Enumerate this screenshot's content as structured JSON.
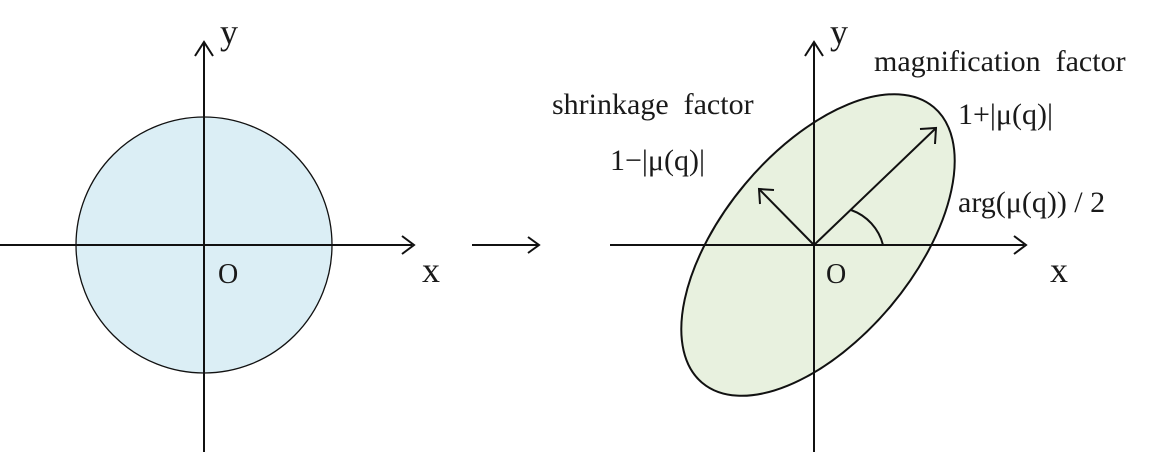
{
  "left_panel": {
    "y_label": "y",
    "x_label": "x",
    "origin_label": "O",
    "circle_fill": "#dbeef5"
  },
  "transform_arrow": "→",
  "right_panel": {
    "y_label": "y",
    "x_label": "x",
    "origin_label": "O",
    "ellipse_fill": "#e8f1df",
    "magnification_label": "magnification  factor",
    "magnification_formula": "1+|μ(q)|",
    "shrinkage_label": "shrinkage  factor",
    "shrinkage_formula": "1−|μ(q)|",
    "angle_formula": "arg(μ(q)) / 2"
  }
}
